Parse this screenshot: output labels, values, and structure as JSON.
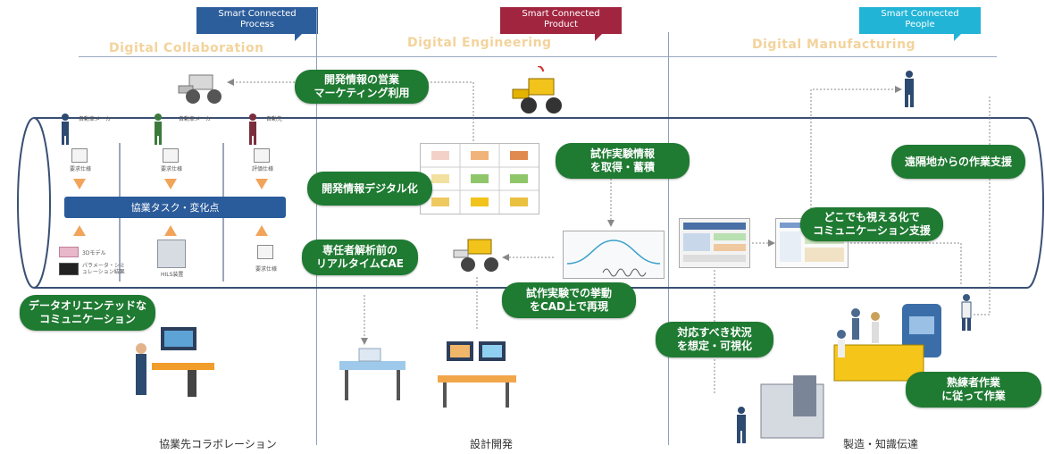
{
  "header_tabs": {
    "process": "Smart Connected\nProcess",
    "product": "Smart Connected\nProduct",
    "people": "Smart Connected\nPeople"
  },
  "sections": {
    "collaboration": "Digital Collaboration",
    "engineering": "Digital Engineering",
    "manufacturing": "Digital Manufacturing"
  },
  "left_panel": {
    "roles": [
      "自動車メーカー",
      "自動車メーカー",
      "自動先"
    ],
    "docs": [
      "要求仕様",
      "要求仕様",
      "評価仕様"
    ],
    "task_bar": "協業タスク・変化点",
    "bottom_left_items": [
      "3Dモデル",
      "パラメータ・シミュレーション結果"
    ],
    "bottom_mid_item": "HILS装置",
    "bottom_right_item": "要求仕様"
  },
  "pills": {
    "marketing": "開発情報の営業\nマーケティング利用",
    "digitize": "開発情報デジタル化",
    "test_info": "試作実験情報\nを取得・蓄積",
    "cae": "専任者解析前の\nリアルタイムCAE",
    "cad": "試作実験での挙動\nをCAD上で再現",
    "remote": "遠隔地からの作業支援",
    "anywhere": "どこでも視える化で\nコミュニケーション支援",
    "situation": "対応すべき状況\nを想定・可視化",
    "skilled": "熟練者作業\nに従って作業",
    "data_comm": "データオリエンテッドな\nコミュニケーション"
  },
  "footers": {
    "left": "協業先コラボレーション",
    "mid": "設計開発",
    "right": "製造・知識伝達"
  },
  "colors": {
    "pill_green": "#1f7a32",
    "tab_blue": "#2d5e9c",
    "tab_red": "#a22540",
    "tab_cyan": "#22b4d7",
    "section_gold": "#f3d39c",
    "tube_line": "#3a4f74",
    "task_blue": "#2a5b9b",
    "arrow_orange": "#f2a45b"
  }
}
